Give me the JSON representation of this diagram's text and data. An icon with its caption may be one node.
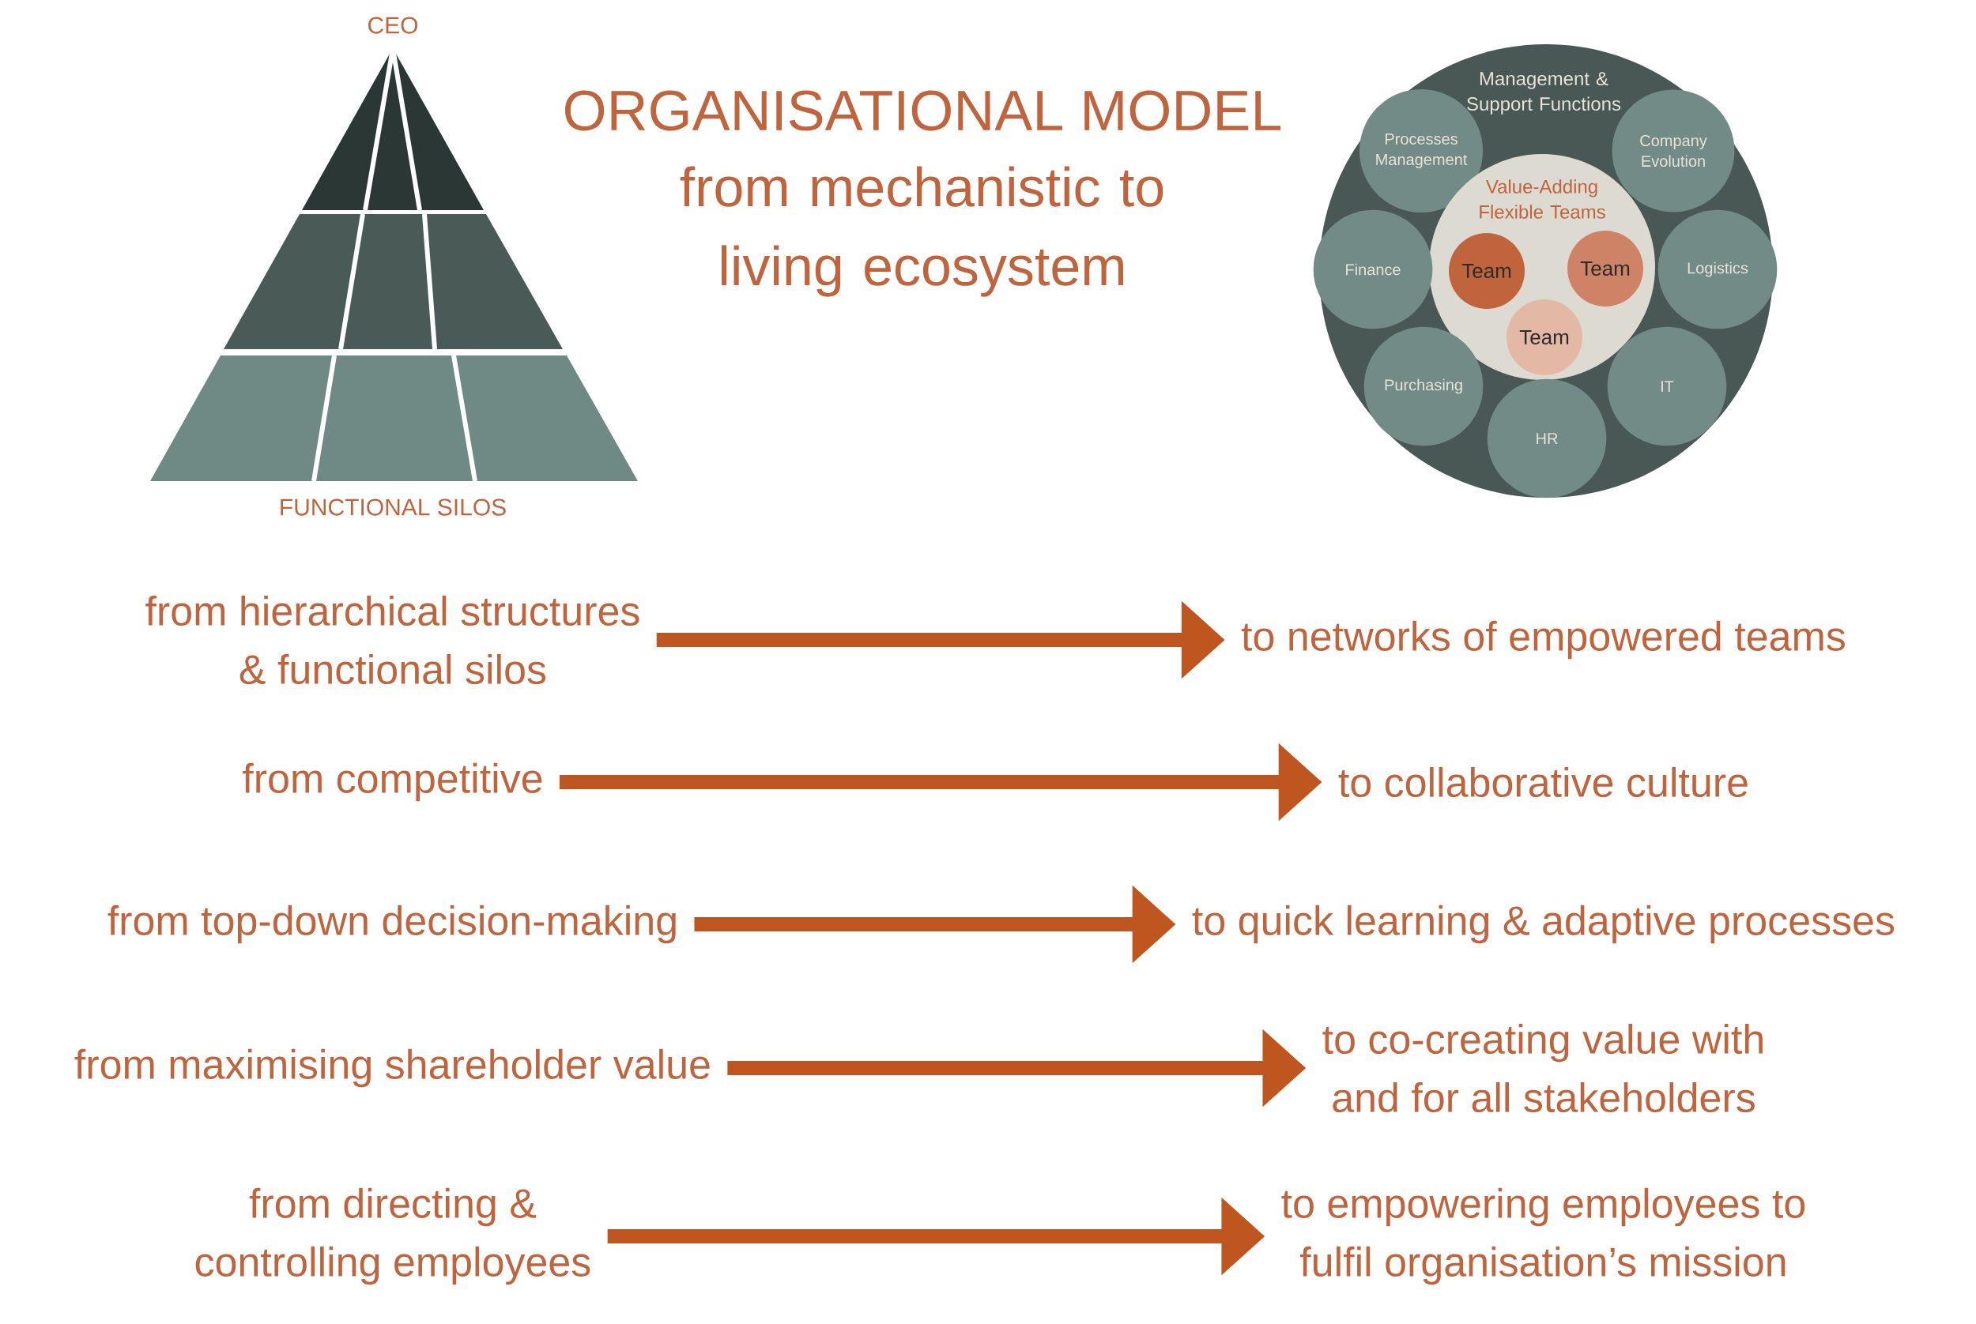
{
  "diagram": {
    "title": "ORGANISATIONAL MODEL",
    "nodes": [
      {
        "text": [
          "Management & Support Functions"
        ]
      },
      {
        "text": [
          "Processes Management"
        ],
        "in": 0
      },
      {
        "text": [
          "Company Evolution"
        ],
        "in": 0
      },
      {
        "text": [
          "Value-Adding Flexible Teams"
        ],
        "in": 0
      },
      {
        "text": [
          "Finance"
        ],
        "in": 0
      },
      {
        "text": [
          "Logistics"
        ],
        "in": 0
      },
      {
        "text": [
          "Team"
        ],
        "in": 3
      },
      {
        "text": [
          "Team"
        ],
        "in": 3
      },
      {
        "text": [
          "Team"
        ],
        "in": 3
      },
      {
        "text": [
          "Purchasing"
        ],
        "in": 0
      },
      {
        "text": [
          "IT"
        ],
        "in": 0
      },
      {
        "text": [
          "HR"
        ],
        "in": 0
      },
      {
        "text": [
          "from hierarchical structures & functional silos"
        ]
      },
      {
        "text": [
          "to networks of empowered teams"
        ]
      },
      {
        "text": [
          "from competitive"
        ]
      },
      {
        "text": [
          "to collaborative culture"
        ]
      },
      {
        "text": [
          "from top-down decision-making"
        ]
      },
      {
        "text": [
          "to quick learning & adaptive processes"
        ]
      },
      {
        "text": [
          "from maximising shareholder value"
        ]
      },
      {
        "text": [
          "to co-creating value with and for all stakeholders"
        ]
      },
      {
        "text": [
          "from directing & controlling employees"
        ]
      },
      {
        "text": [
          "to empowering employees to fulfil organisation’s mission"
        ]
      }
    ],
    "edges": [
      {
        "from": 12,
        "to": 13,
        "arrow": "to"
      },
      {
        "from": 14,
        "to": 15,
        "arrow": "to"
      },
      {
        "from": 16,
        "to": 17,
        "arrow": "to"
      },
      {
        "from": 18,
        "to": 19,
        "arrow": "to"
      },
      {
        "from": 20,
        "to": 21,
        "arrow": "to"
      }
    ],
    "labels": [
      "from mechanistic to living ecosystem",
      "CEO",
      "FUNCTIONAL SILOS"
    ]
  }
}
